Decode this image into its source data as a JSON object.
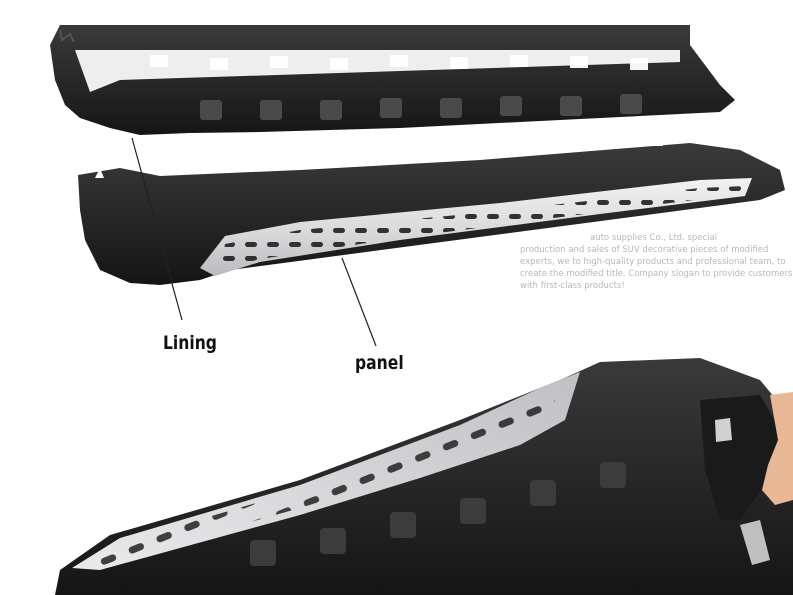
{
  "labels": {
    "lining": "Lining",
    "panel": "panel"
  },
  "watermark": {
    "lines": [
      "auto supplies Co., Ltd. special",
      "production and sales of SUV decorative pieces of modified",
      "experts, we to high-quality products and professional team, to",
      "create the modified title. Company slogan to provide customers",
      "with first-class products!"
    ]
  },
  "colors": {
    "background": "#ffffff",
    "plastic": "#2a2a2a",
    "aluminum": "#d9dadc",
    "label_text": "#111111"
  }
}
